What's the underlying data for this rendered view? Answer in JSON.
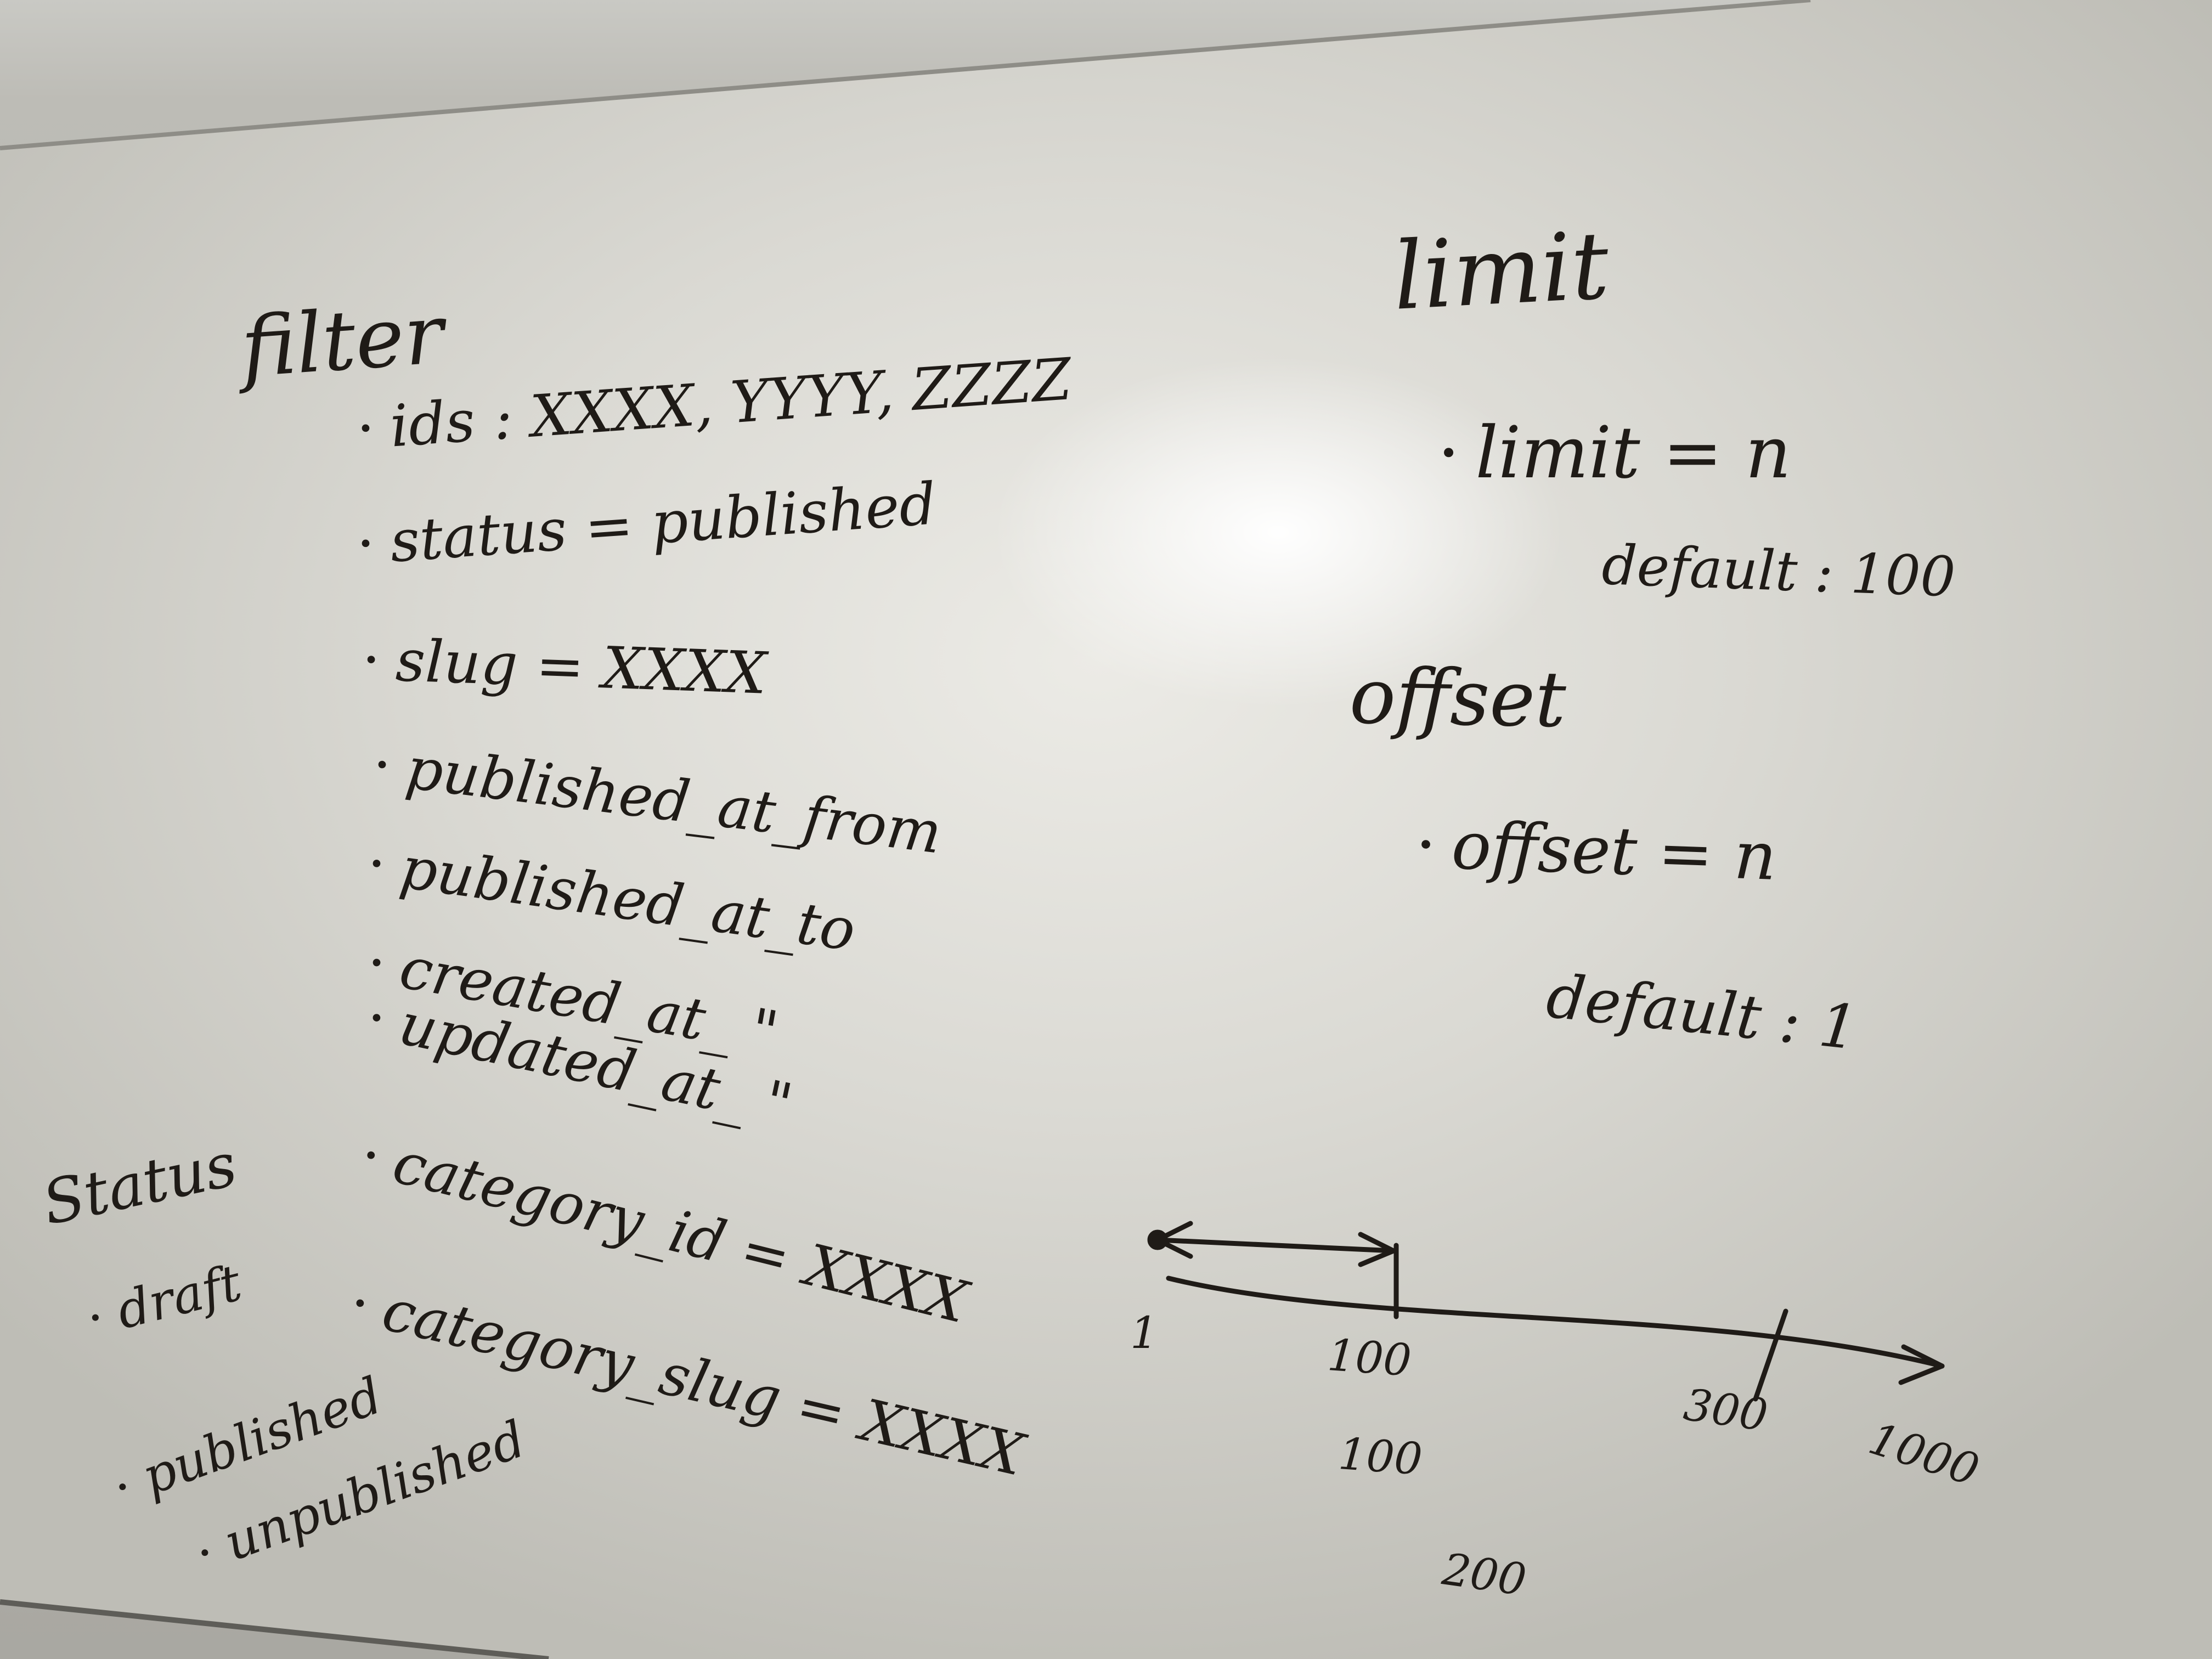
{
  "filter": {
    "title": "filter",
    "items": [
      "ids : XXXX, YYYY, ZZZZ",
      "status = published",
      "slug = XXXX",
      "published_at_from",
      "published_at_to",
      "created_at_ \"",
      "updated_at_ \"",
      "category_id = XXXX",
      "category_slug = XXXX"
    ]
  },
  "status": {
    "title": "Status",
    "items": [
      "draft",
      "published",
      "unpublished"
    ]
  },
  "limit": {
    "title": "limit",
    "param": "limit = n",
    "default": "default : 100"
  },
  "offset": {
    "title": "offset",
    "param": "offset = n",
    "default": "default : 1"
  },
  "number_line": {
    "ticks": [
      "1",
      "100",
      "300",
      "1000"
    ],
    "below": [
      "100",
      "200"
    ]
  },
  "colors": {
    "ink": "#1f1b17",
    "board": "#e6e5e0",
    "wall": "#bdbcb6"
  }
}
